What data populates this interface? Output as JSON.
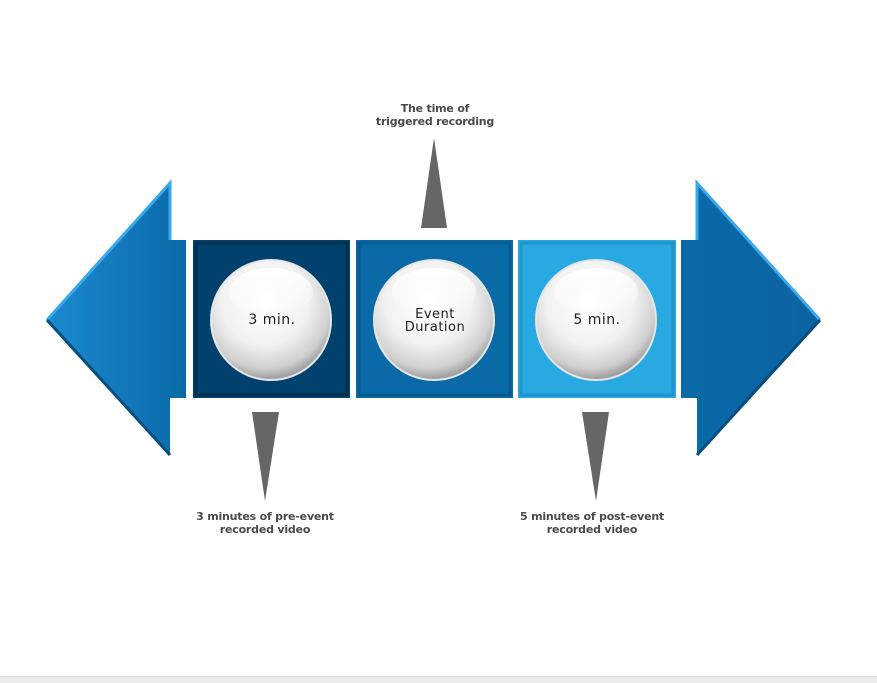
{
  "top_caption": {
    "line1": "The time of",
    "line2": "triggered recording"
  },
  "segments": [
    {
      "id": "pre",
      "label_lines": [
        "3 min."
      ],
      "color": "#00416e"
    },
    {
      "id": "event",
      "label_lines": [
        "Event",
        "Duration"
      ],
      "color": "#0a6aa8"
    },
    {
      "id": "post",
      "label_lines": [
        "5 min."
      ],
      "color": "#29a9e1"
    }
  ],
  "bottom_captions": {
    "left": {
      "line1": "3 minutes of pre-event",
      "line2": "recorded video"
    },
    "right": {
      "line1": "5 minutes of post-event",
      "line2": "recorded video"
    }
  },
  "colors": {
    "arrow_blue": "#0a6aa8",
    "arrow_highlight": "#2d9de0",
    "pointer_gray": "#666666",
    "caption_text": "#4a4a4a"
  }
}
